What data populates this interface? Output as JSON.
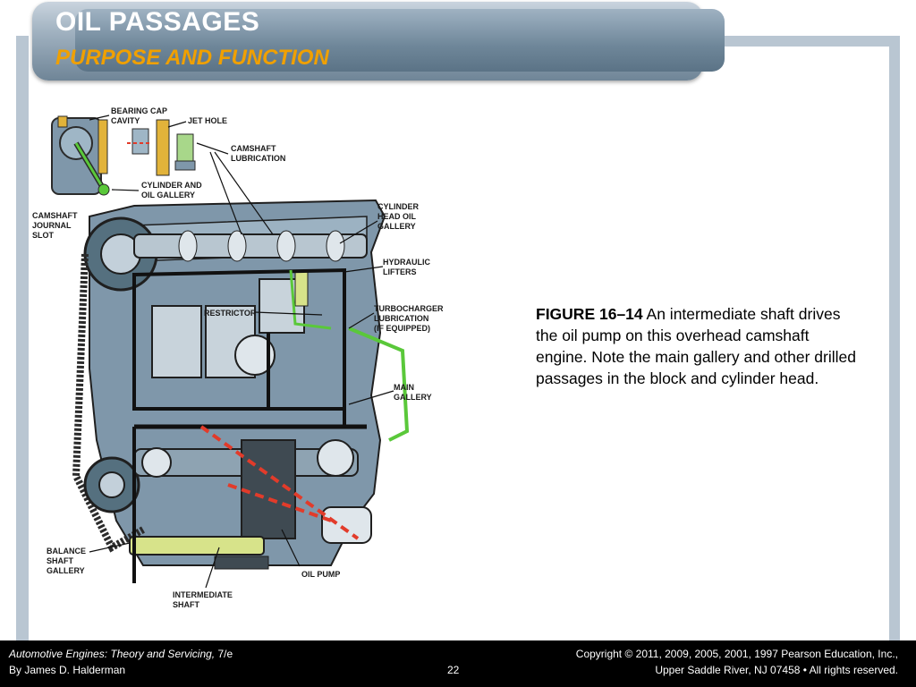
{
  "slide": {
    "title": "OIL PASSAGES",
    "subtitle": "PURPOSE AND FUNCTION"
  },
  "figure": {
    "labels": {
      "bearing_cap": "BEARING CAP",
      "cavity": "CAVITY",
      "jet_hole": "JET HOLE",
      "camshaft": "CAMSHAFT",
      "lubrication": "LUBRICATION",
      "cylinder_and": "CYLINDER AND",
      "oil_gallery": "OIL GALLERY",
      "camshaft2": "CAMSHAFT",
      "journal": "JOURNAL",
      "slot": "SLOT",
      "cylinder": "CYLINDER",
      "head_oil": "HEAD OIL",
      "gallery": "GALLERY",
      "hydraulic": "HYDRAULIC",
      "lifters": "LIFTERS",
      "restrictor": "RESTRICTOR",
      "turbocharger": "TURBOCHARGER",
      "lubrication2": "LUBRICATION",
      "if_equipped": "(IF EQUIPPED)",
      "main": "MAIN",
      "gallery2": "GALLERY",
      "balance": "BALANCE",
      "shaft": "SHAFT",
      "gallery3": "GALLERY",
      "oil_pump": "OIL PUMP",
      "intermediate": "INTERMEDIATE",
      "shaft2": "SHAFT"
    },
    "caption_label": "FIGURE 16–14",
    "caption_text": " An intermediate shaft drives the oil pump on this overhead camshaft engine. Note the main gallery and other drilled passages in the block and cylinder head."
  },
  "footer": {
    "book_title": "Automotive Engines: Theory and Servicing,",
    "edition": " 7/e",
    "author": "By James D. Halderman",
    "page_number": "22",
    "copyright_line1": "Copyright © 2011, 2009, 2005, 2001, 1997 Pearson Education, Inc.,",
    "copyright_line2": "Upper Saddle River, NJ 07458 • All rights reserved."
  }
}
